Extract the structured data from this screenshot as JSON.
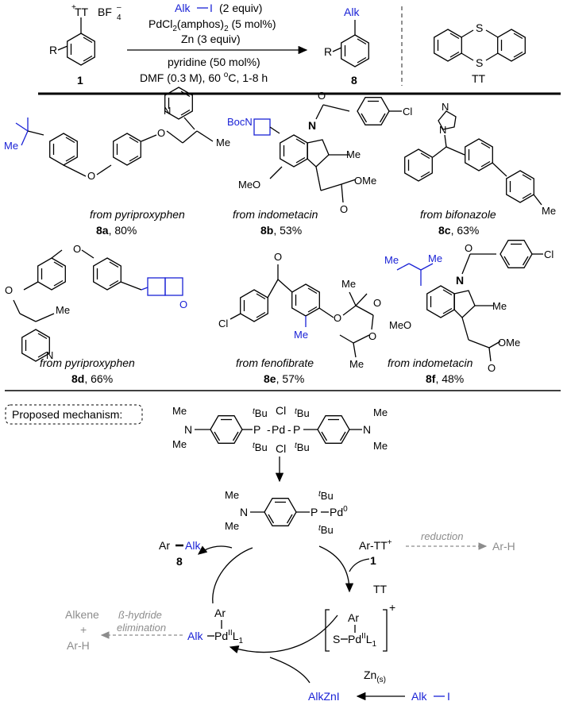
{
  "reaction": {
    "reagent_alk": "Alk",
    "reagent_i": "I",
    "reagent_equiv": "(2 equiv)",
    "catalyst": "PdCl",
    "catalyst_sub": "2",
    "catalyst_ligand": "(amphos)",
    "catalyst_ligand_sub": "2",
    "catalyst_load": "(5 mol%)",
    "zn": "Zn (3 equiv)",
    "additive": "pyridine (50 mol%)",
    "solvent": "DMF (0.3 M), 60 ",
    "temp_unit": "C, 1-8 h",
    "temp_sup": "o",
    "sm_label": "1",
    "product_label": "8",
    "sm_tt": "TT",
    "sm_bf4": "BF",
    "sm_bf4_sub": "4",
    "sm_r": "R",
    "product_alk": "Alk",
    "product_r": "R",
    "tt_label": "TT",
    "tt_s": "S"
  },
  "examples": [
    {
      "id": "8a",
      "source": "from pyriproxyphen",
      "yield": ", 80%",
      "atoms": [
        "O",
        "O",
        "N",
        "Me"
      ]
    },
    {
      "id": "8b",
      "source": "from indometacin",
      "yield": ", 53%",
      "atoms": [
        "BocN",
        "N",
        "Cl",
        "O",
        "Me",
        "MeO",
        "OMe",
        "O"
      ]
    },
    {
      "id": "8c",
      "source": "from bifonazole",
      "yield": ", 63%",
      "atoms": [
        "N",
        "N",
        "Me"
      ]
    },
    {
      "id": "8d",
      "source": "from pyriproxyphen",
      "yield": ", 66%",
      "atoms": [
        "O",
        "O",
        "O",
        "Me",
        "N"
      ]
    },
    {
      "id": "8e",
      "source": "from fenofibrate",
      "yield": ", 57%",
      "atoms": [
        "O",
        "Cl",
        "O",
        "O",
        "O",
        "Me",
        "Me"
      ]
    },
    {
      "id": "8f",
      "source": "from  indometacin",
      "yield": ", 48%",
      "atoms": [
        "O",
        "Cl",
        "N",
        "Me",
        "MeO",
        "OMe",
        "O"
      ]
    }
  ],
  "mechanism": {
    "title": "Proposed mechanism:",
    "precat_atoms": [
      "Cl",
      "Cl",
      "Pd",
      "P",
      "P",
      "N",
      "N",
      "Me",
      "Me",
      "Me",
      "Me",
      "Bu",
      "Bu",
      "Bu",
      "Bu",
      "t"
    ],
    "pd0_atoms": [
      "Me",
      "Me",
      "N",
      "P",
      "Pd",
      "0",
      "Bu",
      "Bu",
      "t"
    ],
    "ar_tt": "Ar-TT",
    "ar_tt_sup": "+",
    "ar_tt_label": "1",
    "reduction": "reduction",
    "ar_h": "Ar-H",
    "tt_release": "TT",
    "complex_ar": "Ar",
    "complex_s": "S",
    "complex_pd": "Pd",
    "complex_ox": "II",
    "complex_l": "L",
    "complex_l_sub": "1",
    "complex_charge": "+",
    "alk_pd_alk": "Alk",
    "alk_pd_ar": "Ar",
    "beta_line1": "ß-hydride",
    "beta_line2": "elimination",
    "alkene": "Alkene",
    "plus": "+",
    "alkene_arh": "Ar-H",
    "product_ar": "Ar",
    "product_alk": "Alk",
    "product_label": "8",
    "zn_s": "Zn",
    "zn_s_sub": "(s)",
    "alkzni": "AlkZnI",
    "alk_i_alk": "Alk",
    "alk_i_i": "I"
  }
}
